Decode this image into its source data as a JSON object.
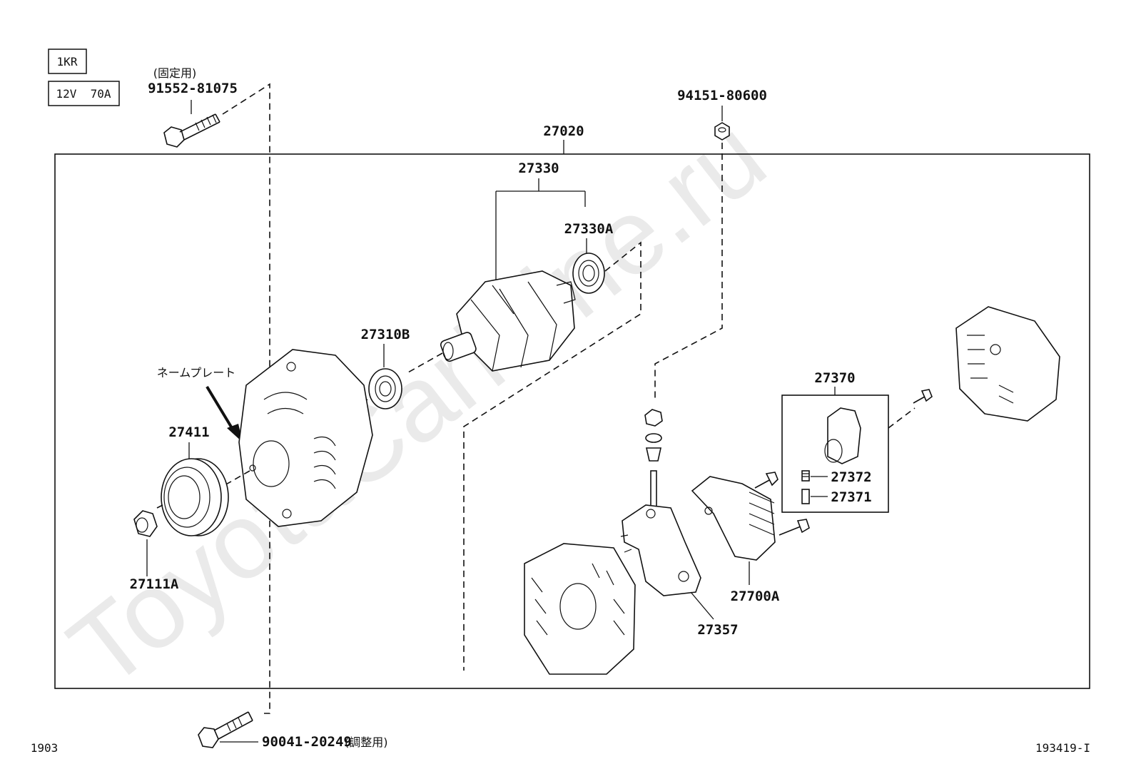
{
  "tags": {
    "engine": "1KR",
    "spec": "12V  70A"
  },
  "footer": {
    "left_code": "1903",
    "right_code": "193419-I"
  },
  "watermark": "ToyotaCarMine.ru",
  "notes": {
    "nameplate": "ネームプレート",
    "fixing": "(固定用)",
    "adjusting": "(調整用)"
  },
  "parts": {
    "bolt_fixing": "91552-81075",
    "nut_top": "94151-80600",
    "alternator_assy": "27020",
    "rotor_assy": "27330",
    "rotor_bearing": "27330A",
    "front_bearing": "27310B",
    "pulley": "27411",
    "pulley_nut": "27111A",
    "brush_holder": "27370",
    "brush_spring": "27372",
    "brush": "27371",
    "regulator": "27700A",
    "rectifier_holder": "27357",
    "bolt_adjusting": "90041-20249"
  }
}
